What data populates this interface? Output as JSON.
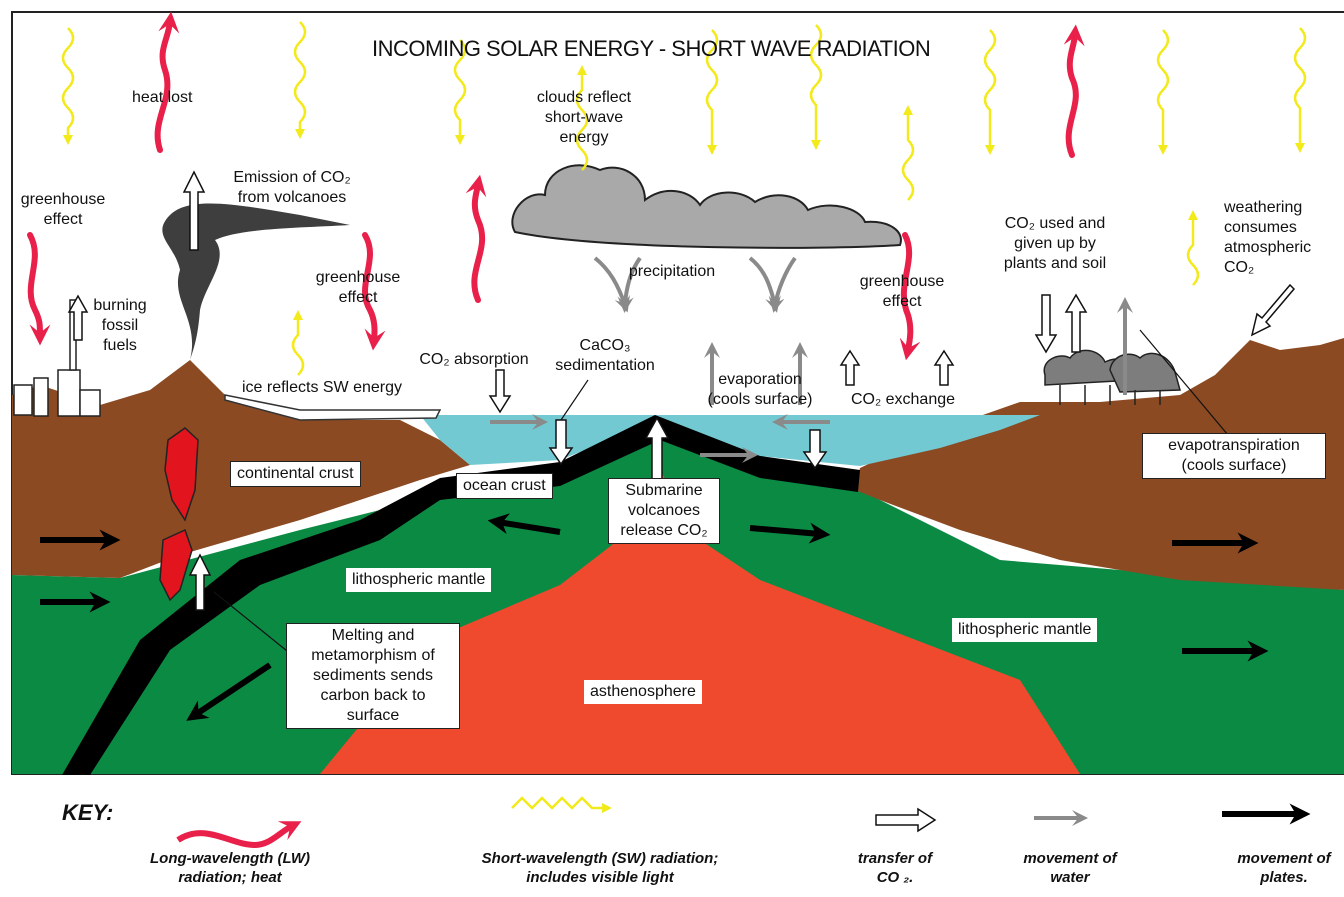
{
  "title": "INCOMING SOLAR ENERGY - SHORT WAVE RADIATION",
  "labels": {
    "heat_lost": "heat lost",
    "clouds_reflect": "clouds reflect\nshort-wave\nenergy",
    "greenhouse_left": "greenhouse\neffect",
    "greenhouse_mid": "greenhouse\neffect",
    "greenhouse_right": "greenhouse\neffect",
    "emission_co2": "Emission of CO₂\nfrom volcanoes",
    "burning_fossil": "burning\nfossil\nfuels",
    "precipitation": "precipitation",
    "co2_used": "CO₂ used and\ngiven up by\nplants and soil",
    "weathering": "weathering\nconsumes\natmospheric\nCO₂",
    "co2_absorption": "CO₂ absorption",
    "caco3": "CaCO₃\nsedimentation",
    "evaporation": "evaporation\n(cools surface)",
    "co2_exchange": "CO₂ exchange",
    "ice_reflects": "ice reflects SW energy"
  },
  "boxes": {
    "continental_crust": "continental crust",
    "ocean_crust": "ocean crust",
    "submarine": "Submarine\nvolcanoes\nrelease CO₂",
    "evapotranspiration": "evapotranspiration\n(cools surface)",
    "lith_mantle_left": "lithospheric mantle",
    "lith_mantle_right": "lithospheric mantle",
    "melting": "Melting and\nmetamorphism of\nsediments sends\ncarbon back to\nsurface",
    "asthenosphere": "asthenosphere"
  },
  "key": {
    "title": "KEY:",
    "lw": "Long-wavelength (LW)\nradiation; heat",
    "sw": "Short-wavelength (SW) radiation;\nincludes visible light",
    "co2": "transfer of\nCO ₂.",
    "water": "movement of\nwater",
    "plates": "movement of\nplates."
  },
  "colors": {
    "sw": "#f2ea1a",
    "lw": "#e8204a",
    "crust": "#8b4a22",
    "mantle": "#0b8a43",
    "asthenosphere": "#ef4a2e",
    "ocean": "#72c9d2",
    "cloud": "#a9a9a9",
    "magma": "#e2141e"
  }
}
